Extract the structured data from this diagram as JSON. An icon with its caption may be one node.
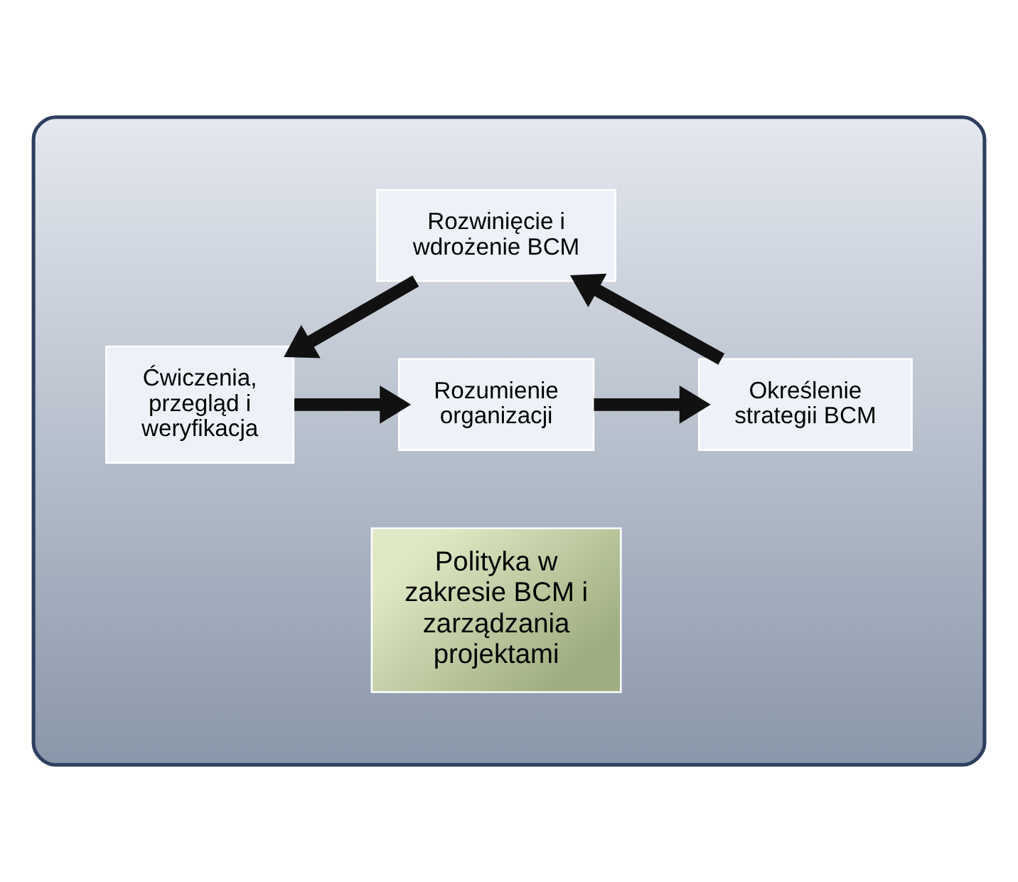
{
  "diagram": {
    "nodes": [
      {
        "text": [],
        "shape": "ellipse"
      },
      {
        "text": [
          "Rozumienie organizacji"
        ],
        "in": 0
      },
      {
        "text": [
          "Ćwiczenia, przegląd i weryfikacja"
        ],
        "in": 0
      },
      {
        "text": [
          "Polityka w zakresie BCM i zarządzania projektami"
        ],
        "in": 0
      },
      {
        "text": [
          "Określenie strategii BCM"
        ],
        "in": 0
      },
      {
        "text": [
          "Rozwinięcie i wdrożenie BCM"
        ],
        "in": 0
      }
    ],
    "edges": [
      {
        "from": 1,
        "to": 4,
        "arrow": "to"
      },
      {
        "from": 4,
        "to": 5,
        "arrow": "to"
      },
      {
        "from": 5,
        "to": 2,
        "arrow": "to"
      },
      {
        "from": 2,
        "to": 1,
        "arrow": "to"
      }
    ]
  }
}
